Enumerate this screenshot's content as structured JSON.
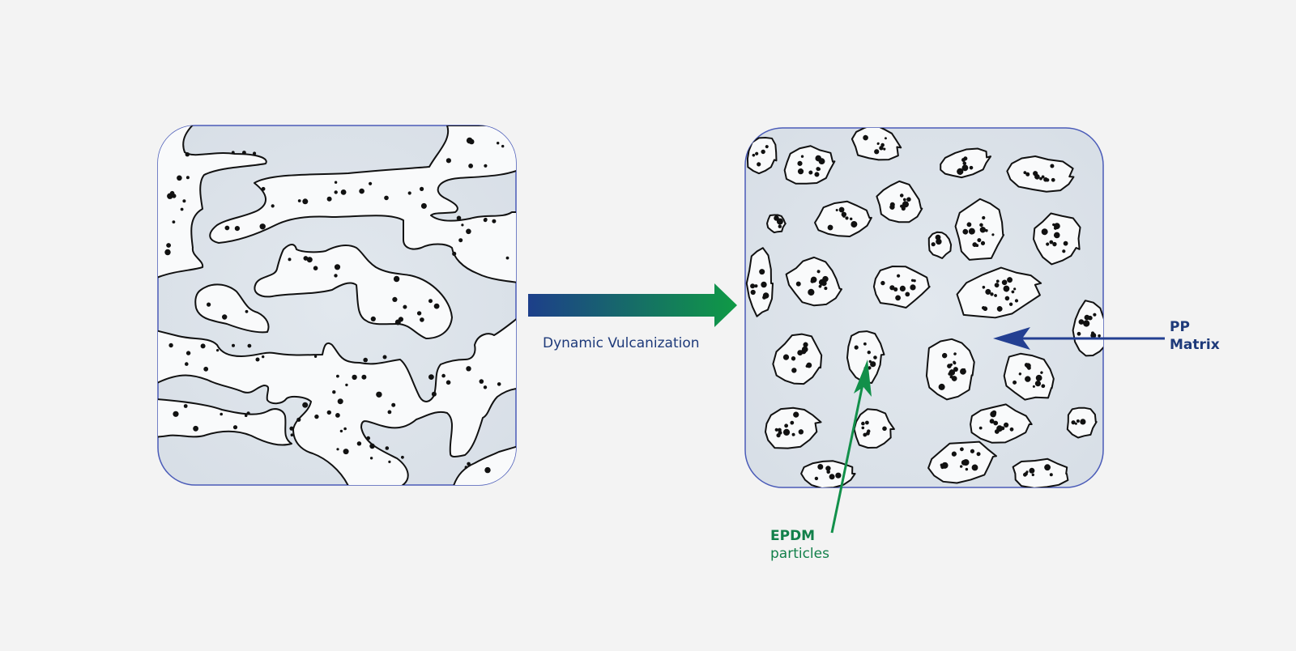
{
  "diagram": {
    "process_label": "Dynamic Vulcanization",
    "pp_label": {
      "line1": "PP",
      "line2": "Matrix"
    },
    "epdm_label": {
      "line1": "EPDM",
      "line2": "particles"
    }
  },
  "colors": {
    "background": "#f3f3f3",
    "panel_fill": "#dde3ea",
    "panel_border": "#4a5bb8",
    "outline": "#111111",
    "arrow_gradient_start": "#1d3f8a",
    "arrow_gradient_end": "#0f9a45",
    "pp_pointer": "#233f92",
    "epdm_pointer": "#12904a"
  }
}
